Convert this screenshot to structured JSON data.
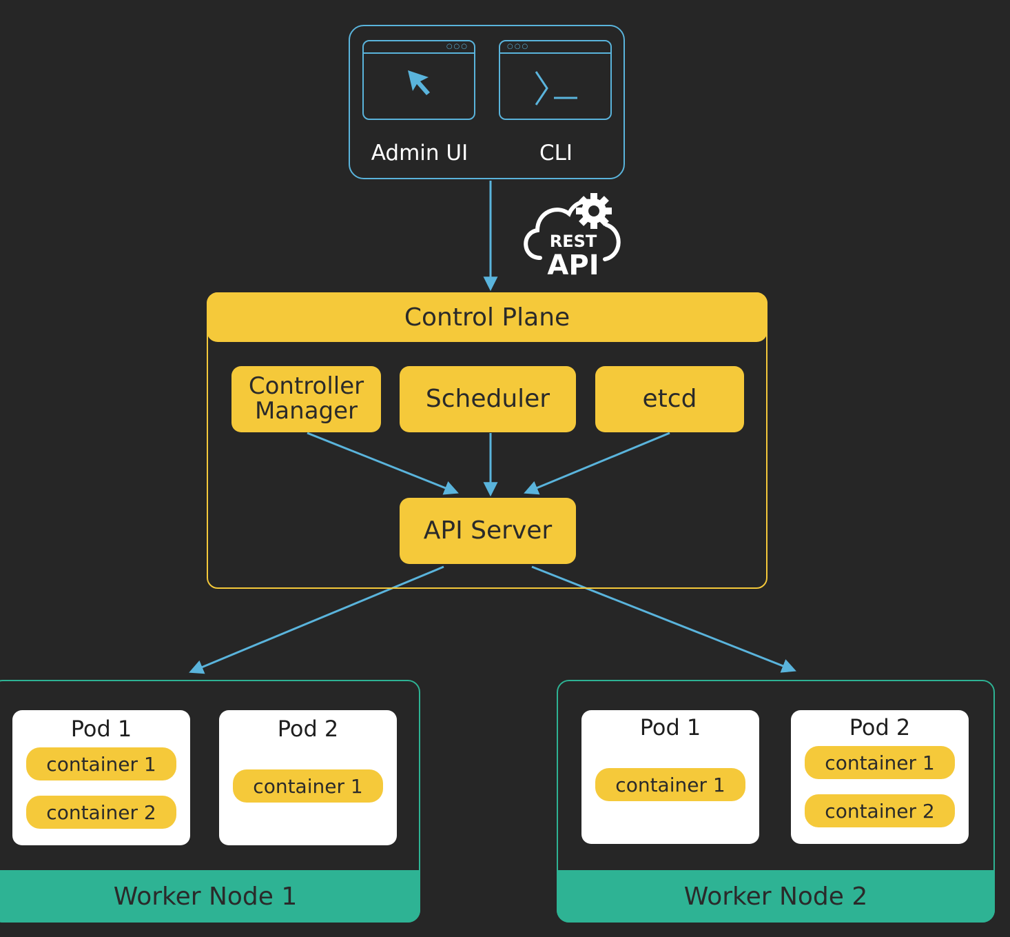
{
  "clients": {
    "admin_ui": {
      "label": "Admin UI",
      "icon": "cursor-arrow-icon"
    },
    "cli": {
      "label": "CLI",
      "icon": "terminal-prompt-icon"
    }
  },
  "rest_api": {
    "line1": "REST",
    "line2": "API",
    "icon": "cloud-gear-icon"
  },
  "control_plane": {
    "title": "Control Plane",
    "components": {
      "controller_manager": "Controller Manager",
      "scheduler": "Scheduler",
      "etcd": "etcd",
      "api_server": "API Server"
    }
  },
  "worker_nodes": [
    {
      "label": "Worker Node 1",
      "pods": [
        {
          "title": "Pod 1",
          "containers": [
            "container 1",
            "container 2"
          ]
        },
        {
          "title": "Pod 2",
          "containers": [
            "container 1"
          ]
        }
      ]
    },
    {
      "label": "Worker Node 2",
      "pods": [
        {
          "title": "Pod 1",
          "containers": [
            "container 1"
          ]
        },
        {
          "title": "Pod 2",
          "containers": [
            "container 1",
            "container 2"
          ]
        }
      ]
    }
  ],
  "colors": {
    "background": "#262626",
    "arrow": "#5ab4dc",
    "control_plane": "#f5c93a",
    "worker_node": "#2eb394",
    "pod": "#ffffff"
  }
}
